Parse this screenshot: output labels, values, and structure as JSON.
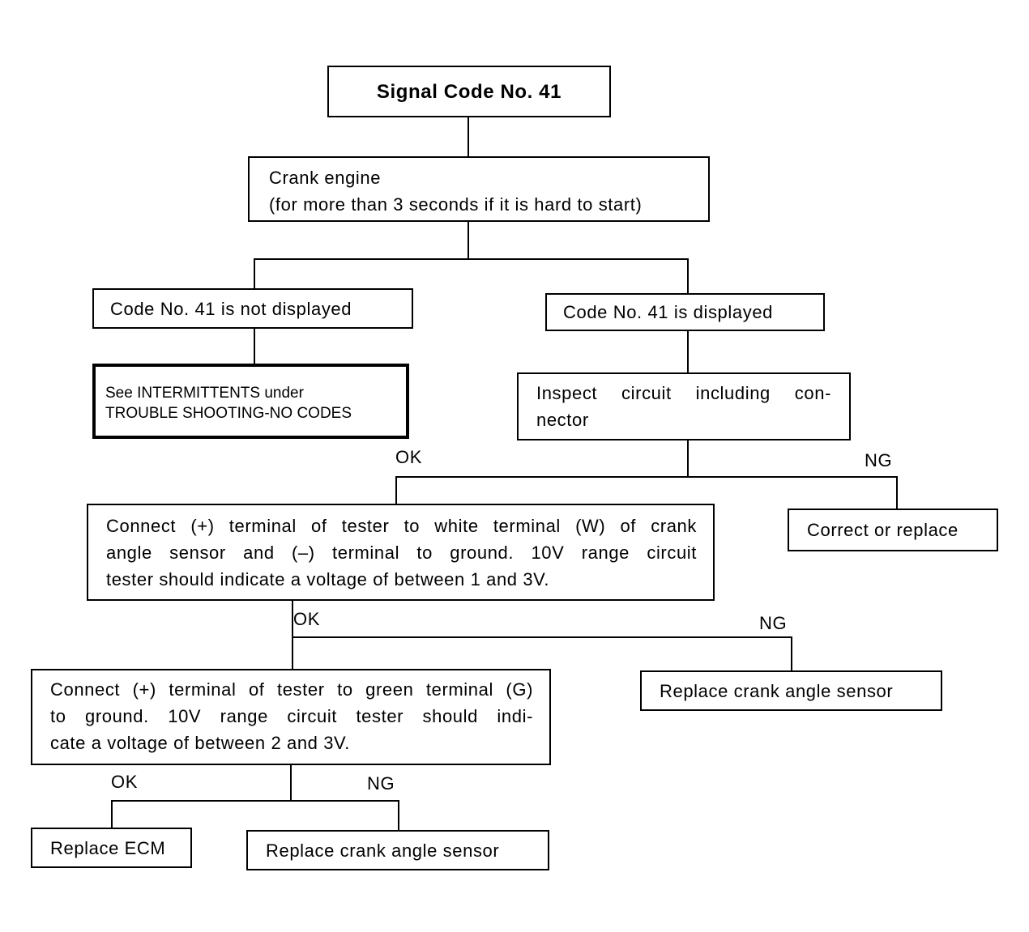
{
  "nodes": {
    "title": "Signal Code No. 41",
    "crank": [
      "Crank engine",
      "(for more than 3 seconds if it is hard to start)"
    ],
    "not_displayed": "Code No. 41 is not displayed",
    "displayed": "Code No. 41 is displayed",
    "intermittents": [
      "See INTERMITTENTS under",
      "TROUBLE SHOOTING-NO CODES"
    ],
    "inspect": [
      "Inspect circuit including con-",
      "nector"
    ],
    "white_test": [
      "Connect (+) terminal of tester to white terminal (W) of crank",
      "angle sensor and (–) terminal to ground.  10V range circuit",
      "tester should indicate a voltage of between 1 and 3V."
    ],
    "correct": "Correct or replace",
    "green_test": [
      "Connect (+) terminal of tester to green terminal (G)",
      "to ground.  10V range circuit tester should indi-",
      "cate a voltage of between 2 and 3V."
    ],
    "replace_sensor_1": "Replace crank angle sensor",
    "replace_ecm": "Replace ECM",
    "replace_sensor_2": "Replace crank angle sensor"
  },
  "branch_labels": {
    "inspect_ok": "OK",
    "inspect_ng": "NG",
    "white_ok": "OK",
    "white_ng": "NG",
    "green_ok": "OK",
    "green_ng": "NG"
  }
}
